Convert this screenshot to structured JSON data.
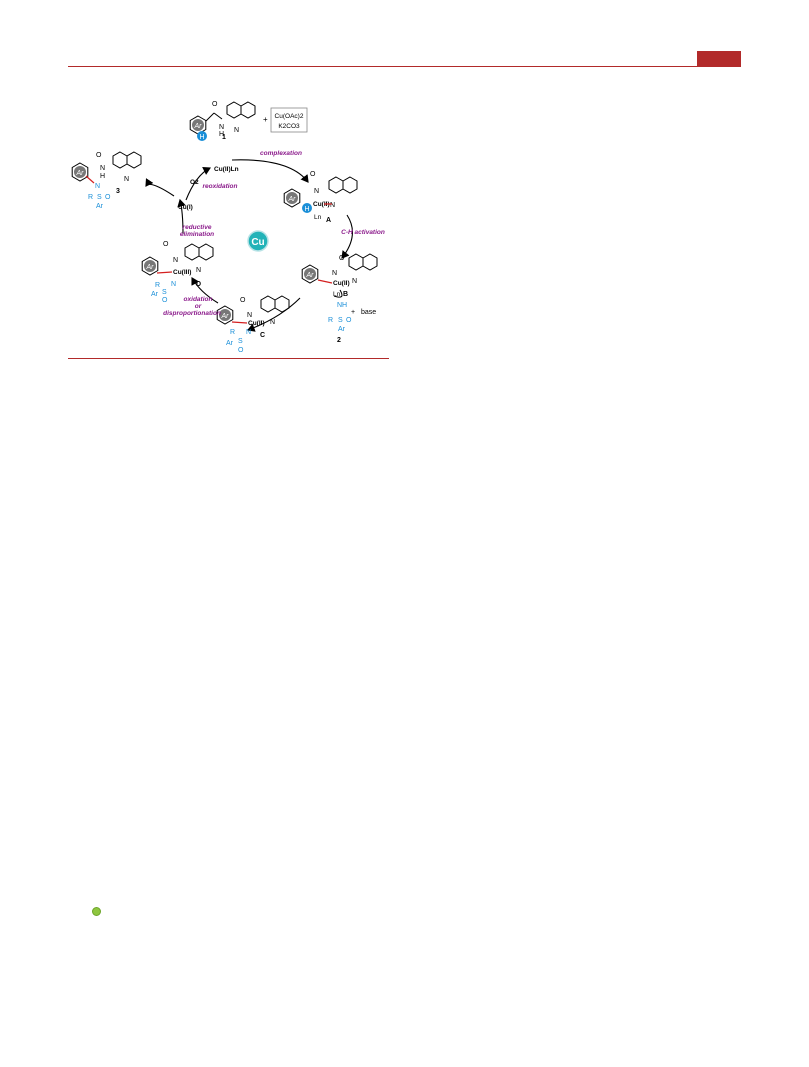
{
  "header": {
    "accent_color": "#b22a2a"
  },
  "scheme": {
    "center_badge": "Cu",
    "reagents_box": [
      "Cu(OAc)2",
      "K2CO3"
    ],
    "plus": "+",
    "labels": {
      "complexation": "complexation",
      "ch_activation": "C-H activation",
      "oxidation1": "oxidation",
      "oxidation2": "or",
      "oxidation3": "disproportionation",
      "reductive1": "reductive",
      "reductive2": "elimination",
      "reoxidation": "reoxidation"
    },
    "species": {
      "cu2ln": "Cu(II)Ln",
      "o2": "O2",
      "cu1": "Cu(I)",
      "cu2": "Cu(II)",
      "cu3": "Cu(III)",
      "base": "base"
    },
    "compounds": {
      "c1": "1",
      "c2": "2",
      "c3": "3",
      "A": "A",
      "B": "B",
      "C": "C",
      "D": "D"
    },
    "atoms": {
      "Ar": "Ar",
      "H": "H",
      "N": "N",
      "NH": "NH",
      "O": "O",
      "S": "S",
      "R": "R",
      "Ln": "Ln"
    }
  },
  "colors": {
    "purple": "#8b1a8b",
    "blue": "#1a8fd8",
    "red": "#d42020",
    "badge": "#22b3b8",
    "dot": "#8ec63f"
  }
}
